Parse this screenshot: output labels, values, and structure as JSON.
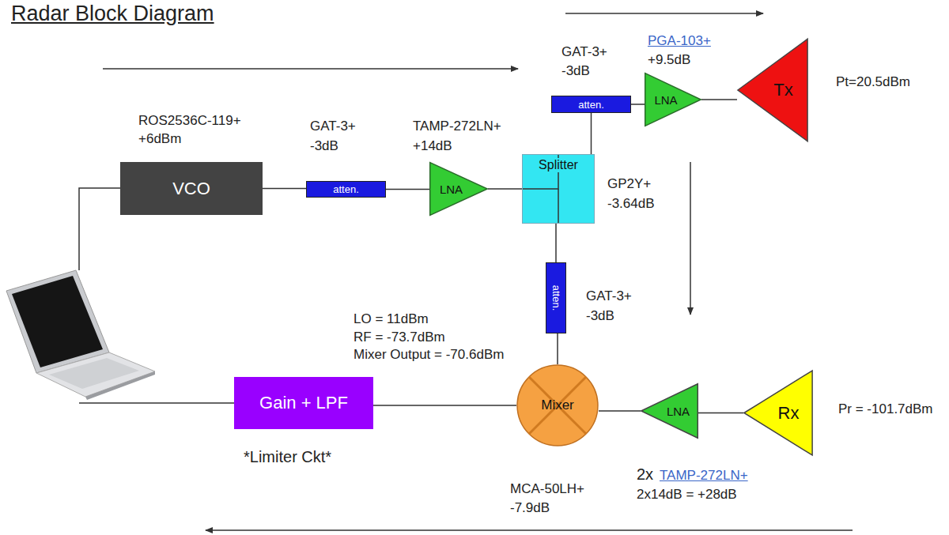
{
  "diagram": {
    "title": "Radar Block Diagram",
    "nodes": [
      {
        "text": [
          "VCO"
        ]
      },
      {
        "text": [
          "atten."
        ]
      },
      {
        "text": [
          "LNA"
        ]
      },
      {
        "text": [
          "Splitter"
        ]
      },
      {
        "text": [
          "atten."
        ]
      },
      {
        "text": [
          "LNA"
        ]
      },
      {
        "text": [
          "Tx"
        ]
      },
      {
        "text": [
          "atten."
        ]
      },
      {
        "text": [
          "Mixer"
        ]
      },
      {
        "text": [
          "LNA"
        ]
      },
      {
        "text": [
          "Rx"
        ]
      },
      {
        "text": [
          "Gain + LPF"
        ]
      }
    ],
    "edges": [
      {
        "from": 0,
        "to": 1,
        "arrow": "none"
      },
      {
        "from": 1,
        "to": 2,
        "arrow": "none"
      },
      {
        "from": 2,
        "to": 3,
        "arrow": "none"
      },
      {
        "from": 3,
        "to": 4,
        "arrow": "none"
      },
      {
        "from": 4,
        "to": 5,
        "arrow": "none"
      },
      {
        "from": 5,
        "to": 6,
        "arrow": "none"
      },
      {
        "from": 3,
        "to": 7,
        "arrow": "none"
      },
      {
        "from": 7,
        "to": 8,
        "arrow": "none"
      },
      {
        "from": 10,
        "to": 9,
        "arrow": "none"
      },
      {
        "from": 9,
        "to": 8,
        "arrow": "none"
      },
      {
        "from": 8,
        "to": 11,
        "arrow": "none"
      }
    ],
    "labels": [
      "ROS2536C-119+",
      "+6dBm",
      "GAT-3+",
      "-3dB",
      "TAMP-272LN+",
      "+14dB",
      "GAT-3+",
      "-3dB",
      "PGA-103+",
      "+9.5dB",
      "Pt=20.5dBm",
      "GP2Y+",
      "-3.64dB",
      "GAT-3+",
      "-3dB",
      "LO = 11dBm",
      "RF = -73.7dBm",
      "Mixer Output = -70.6dBm",
      "Pr = -101.7dBm",
      "*Limiter Ckt*",
      "MCA-50LH+",
      "-7.9dB",
      "2x",
      "TAMP-272LN+",
      "2x14dB = +28dB"
    ]
  }
}
